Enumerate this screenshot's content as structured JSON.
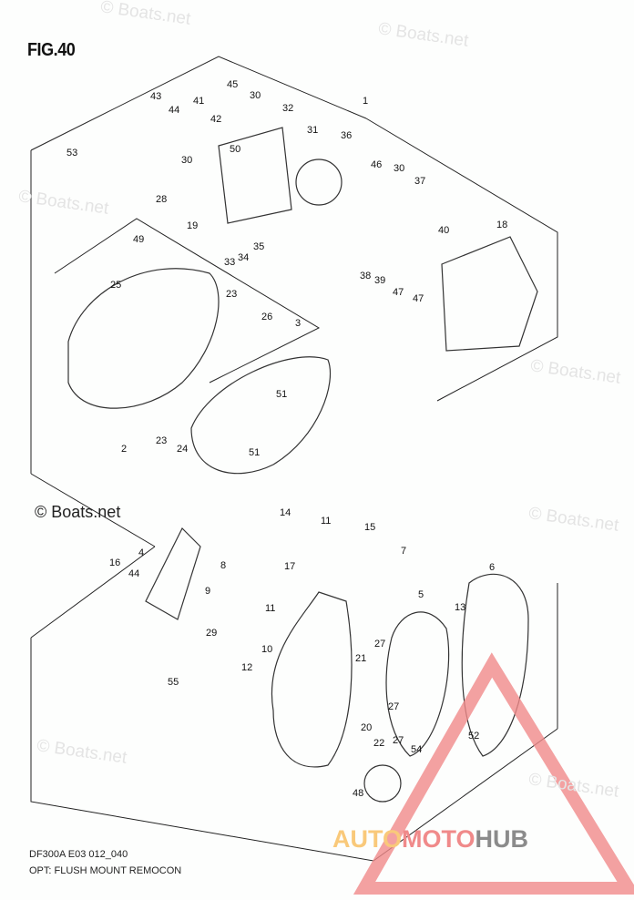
{
  "figure": {
    "title": "FIG.40",
    "model_code": "DF300A E03 012_040",
    "caption": "OPT: FLUSH MOUNT REMOCON"
  },
  "watermarks": [
    "© Boats.net",
    "© Boats.net",
    "© Boats.net",
    "© Boats.net",
    "© Boats.net",
    "© Boats.net",
    "© Boats.net",
    "© Boats.net"
  ],
  "logo": {
    "part1": "AUTO",
    "part2": "MOTO",
    "part3": "HUB",
    "colors": {
      "auto": "#f9c97a",
      "moto": "#f08a8a",
      "hub": "#8b8b8b"
    }
  },
  "callouts": [
    "43",
    "44",
    "41",
    "42",
    "45",
    "30",
    "30",
    "50",
    "32",
    "1",
    "53",
    "31",
    "36",
    "46",
    "30",
    "37",
    "28",
    "19",
    "18",
    "40",
    "35",
    "34",
    "33",
    "38",
    "39",
    "47",
    "47",
    "49",
    "25",
    "23",
    "26",
    "3",
    "51",
    "51",
    "2",
    "23",
    "24",
    "14",
    "11",
    "15",
    "7",
    "6",
    "4",
    "8",
    "16",
    "44",
    "17",
    "9",
    "11",
    "5",
    "13",
    "29",
    "10",
    "12",
    "21",
    "27",
    "55",
    "27",
    "20",
    "22",
    "27",
    "52",
    "54",
    "48"
  ]
}
